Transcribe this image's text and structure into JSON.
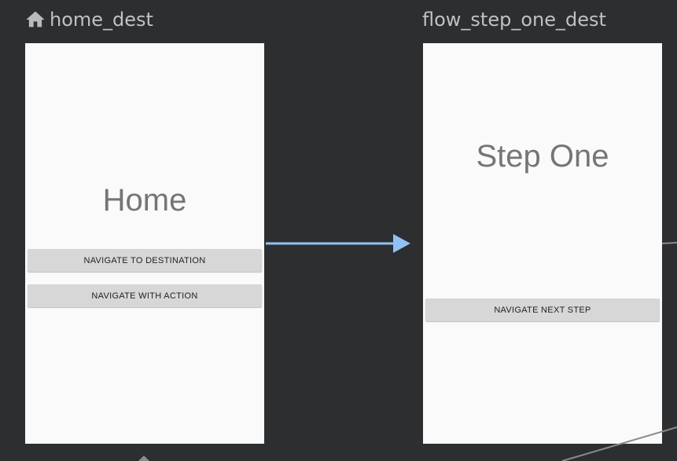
{
  "destinations": [
    {
      "id": "home_dest",
      "label": "home_dest",
      "is_start": true,
      "icon": "home-icon",
      "screen": {
        "title": "Home",
        "buttons": [
          "NAVIGATE TO DESTINATION",
          "NAVIGATE WITH ACTION"
        ]
      }
    },
    {
      "id": "flow_step_one_dest",
      "label": "flow_step_one_dest",
      "screen": {
        "title": "Step One",
        "buttons": [
          "NAVIGATE NEXT STEP"
        ]
      }
    }
  ],
  "colors": {
    "canvas_background": "#2d2e30",
    "label_text": "#c0c1c3",
    "screen_background": "#fafafa",
    "screen_title": "#757575",
    "button_background": "#d7d7d7",
    "action_arrow": "#90c2f5",
    "connector_line": "#8a8b8d"
  }
}
